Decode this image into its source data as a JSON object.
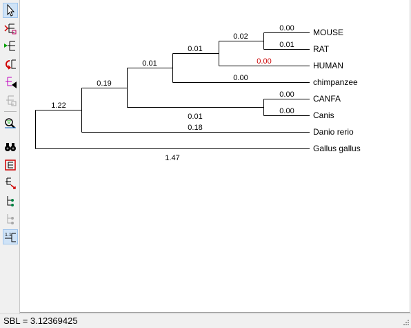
{
  "tree": {
    "leaves": [
      {
        "name": "MOUSE",
        "branch": "0.00"
      },
      {
        "name": "RAT",
        "branch": "0.01"
      },
      {
        "name": "HUMAN",
        "branch": "0.00"
      },
      {
        "name": "chimpanzee",
        "branch": "0.00"
      },
      {
        "name": "CANFA",
        "branch": "0.00"
      },
      {
        "name": "Canis",
        "branch": "0.00"
      },
      {
        "name": "Danio rerio",
        "branch": "0.18"
      },
      {
        "name": "Gallus gallus",
        "branch": "1.47"
      }
    ],
    "internal_branches": [
      {
        "label": "0.02",
        "clade": "MOUSE+RAT"
      },
      {
        "label": "0.01",
        "clade": "MOUSE+RAT+HUMAN"
      },
      {
        "label": "0.01",
        "clade": "MOUSE+RAT+HUMAN+chimpanzee"
      },
      {
        "label": "0.01",
        "clade": "CANFA+Canis"
      },
      {
        "label": "0.19",
        "clade": "mammals"
      },
      {
        "label": "1.22",
        "clade": "mammals+Danio rerio"
      }
    ],
    "highlight_color": "#cc0000"
  },
  "toolbar": {
    "tools": [
      {
        "icon": "pointer-arrow-icon",
        "active": true
      },
      {
        "icon": "swap-subtrees-icon",
        "active": false
      },
      {
        "icon": "reroot-tree-icon",
        "active": false
      },
      {
        "icon": "flip-branch-icon",
        "active": false
      },
      {
        "icon": "collapse-subtree-icon",
        "active": false
      },
      {
        "icon": "disabled-tree-icon",
        "active": false
      },
      {
        "icon": "view-tree-icon",
        "active": false
      },
      {
        "icon": "find-binoculars-icon",
        "active": false
      },
      {
        "icon": "fit-page-icon",
        "active": false
      },
      {
        "icon": "sort-branches-icon",
        "active": false
      },
      {
        "icon": "topology-icon",
        "active": false
      },
      {
        "icon": "disabled-topology-icon",
        "active": false
      },
      {
        "icon": "branch-length-labels-icon",
        "active": true
      }
    ]
  },
  "status": {
    "text": "SBL = 3.12369425"
  }
}
